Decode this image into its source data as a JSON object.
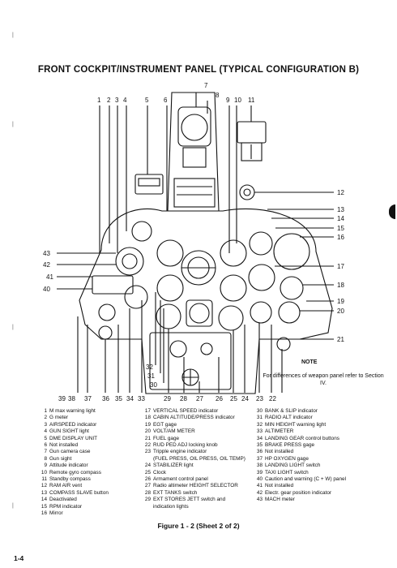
{
  "title": "FRONT COCKPIT/INSTRUMENT PANEL (TYPICAL CONFIGURATION B)",
  "figure_caption": "Figure 1 - 2 (Sheet 2 of 2)",
  "page_number": "1-4",
  "note": {
    "heading": "NOTE",
    "text": "For differences of weapon panel refer to Section IV."
  },
  "callouts_top": [
    "1",
    "2",
    "3",
    "4",
    "5",
    "6",
    "7",
    "8",
    "9",
    "10",
    "11"
  ],
  "callouts_right": [
    "12",
    "13",
    "14",
    "15",
    "16",
    "17",
    "18",
    "19",
    "20",
    "21"
  ],
  "callouts_left": [
    "43",
    "42",
    "41",
    "40"
  ],
  "callouts_bottom": [
    "39",
    "38",
    "37",
    "36",
    "35",
    "34",
    "33",
    "32",
    "31",
    "30",
    "29",
    "28",
    "27",
    "26",
    "25",
    "24",
    "23",
    "22"
  ],
  "legend": {
    "col1": [
      {
        "n": "1",
        "t": "M max warning light"
      },
      {
        "n": "2",
        "t": "G meter"
      },
      {
        "n": "3",
        "t": "AIRSPEED indicator"
      },
      {
        "n": "4",
        "t": "GUN SIGHT light"
      },
      {
        "n": "5",
        "t": "DME DISPLAY UNIT"
      },
      {
        "n": "6",
        "t": "Not installed"
      },
      {
        "n": "7",
        "t": "Gun camera case"
      },
      {
        "n": "8",
        "t": "Gun sight"
      },
      {
        "n": "9",
        "t": "Attitude indicator"
      },
      {
        "n": "10",
        "t": "Remote gyro compass"
      },
      {
        "n": "11",
        "t": "Standby compass"
      },
      {
        "n": "12",
        "t": "RAM AIR vent"
      },
      {
        "n": "13",
        "t": "COMPASS SLAVE button"
      },
      {
        "n": "14",
        "t": "Deactivated"
      },
      {
        "n": "15",
        "t": "RPM indicator"
      },
      {
        "n": "16",
        "t": "Mirror"
      }
    ],
    "col2": [
      {
        "n": "17",
        "t": "VERTICAL SPEED indicator"
      },
      {
        "n": "18",
        "t": "CABIN ALTITUDE/PRESS indicator"
      },
      {
        "n": "19",
        "t": "EGT gage"
      },
      {
        "n": "20",
        "t": "VOLT/AM METER"
      },
      {
        "n": "21",
        "t": "FUEL gage"
      },
      {
        "n": "22",
        "t": "RUD PED ADJ locking knob"
      },
      {
        "n": "23",
        "t": "Tripple engine indicator"
      },
      {
        "n": "",
        "t": "(FUEL PRESS, OIL PRESS, OIL TEMP)"
      },
      {
        "n": "24",
        "t": "STABILIZER light"
      },
      {
        "n": "25",
        "t": "Clock"
      },
      {
        "n": "26",
        "t": "Armament control panel"
      },
      {
        "n": "27",
        "t": "Radio altimeter HEIGHT SELECTOR"
      },
      {
        "n": "28",
        "t": "EXT TANKS switch"
      },
      {
        "n": "29",
        "t": "EXT STORES JETT switch and"
      },
      {
        "n": "",
        "t": "indication lights"
      }
    ],
    "col3": [
      {
        "n": "30",
        "t": "BANK & SLIP indicator"
      },
      {
        "n": "31",
        "t": "RADIO ALT indicator"
      },
      {
        "n": "32",
        "t": "MIN HEIGHT warning light"
      },
      {
        "n": "33",
        "t": "ALTIMETER"
      },
      {
        "n": "34",
        "t": "LANDING GEAR control buttons"
      },
      {
        "n": "35",
        "t": "BRAKE PRESS gage"
      },
      {
        "n": "36",
        "t": "Not installed"
      },
      {
        "n": "37",
        "t": "HP OXYGEN gage"
      },
      {
        "n": "38",
        "t": "LANDING LIGHT switch"
      },
      {
        "n": "39",
        "t": "TAXI LIGHT switch"
      },
      {
        "n": "40",
        "t": "Caution and warning (C + W) panel"
      },
      {
        "n": "41",
        "t": "Not installed"
      },
      {
        "n": "42",
        "t": "Electr. gear position indicator"
      },
      {
        "n": "43",
        "t": "MACH meter"
      }
    ]
  }
}
